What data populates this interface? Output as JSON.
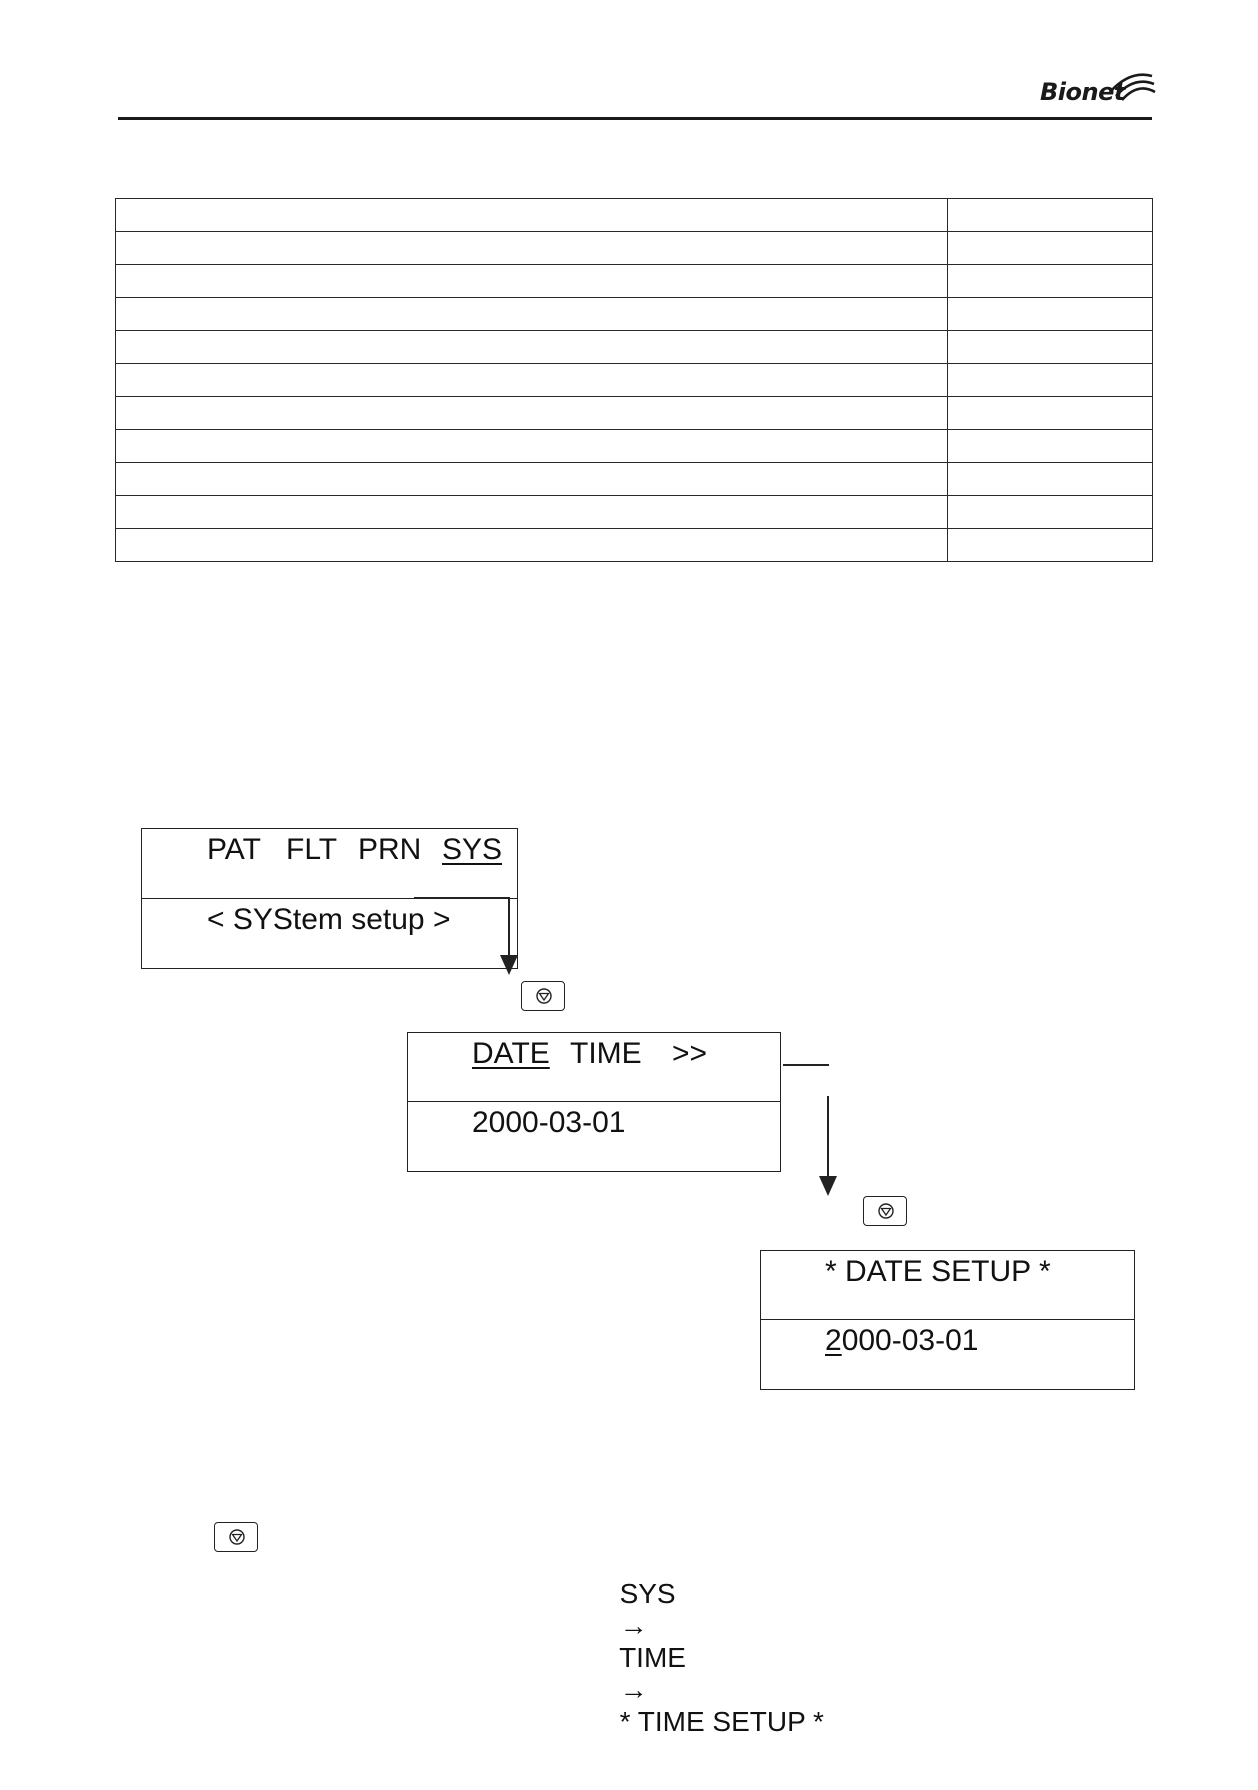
{
  "header": {
    "brand": "Bionet"
  },
  "lcd_main": {
    "tabs": [
      "PAT",
      "FLT",
      "PRN",
      "SYS"
    ],
    "subtitle": "< SYStem setup >"
  },
  "lcd_sys": {
    "item_date": "DATE",
    "item_time": "TIME",
    "more": ">>",
    "value": "2000-03-01"
  },
  "lcd_date_setup": {
    "title": "* DATE SETUP *",
    "cursor_digit": "2",
    "value_rest": "000-03-01"
  },
  "navigation": {
    "step1": "SYS",
    "step2": "TIME",
    "step3": "* TIME SETUP *",
    "arrow": "→"
  },
  "icons": {
    "key": "enter-key-icon",
    "logo_mark": "swoosh-icon"
  },
  "colors": {
    "ink": "#111111",
    "rule": "#1a1a1a"
  }
}
